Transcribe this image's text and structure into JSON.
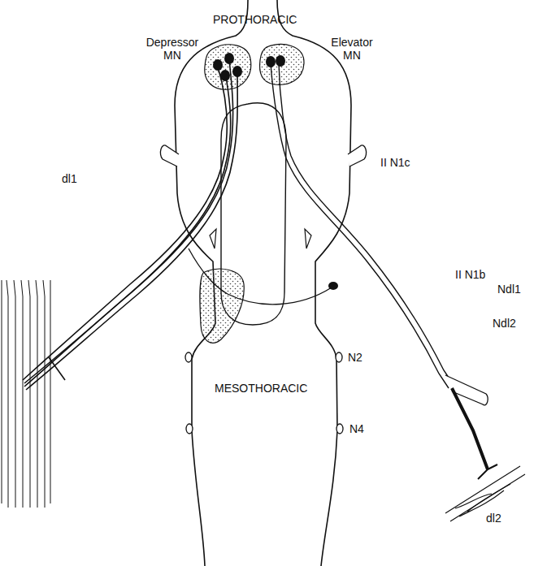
{
  "diagram": {
    "labels": [
      "PROTHORACIC",
      "Depressor MN",
      "Elevator MN",
      "II N1c",
      "dl1",
      "II N1b",
      "Ndl1",
      "Ndl2",
      "N2",
      "N4",
      "MESOTHORACIC",
      "dl2"
    ]
  }
}
